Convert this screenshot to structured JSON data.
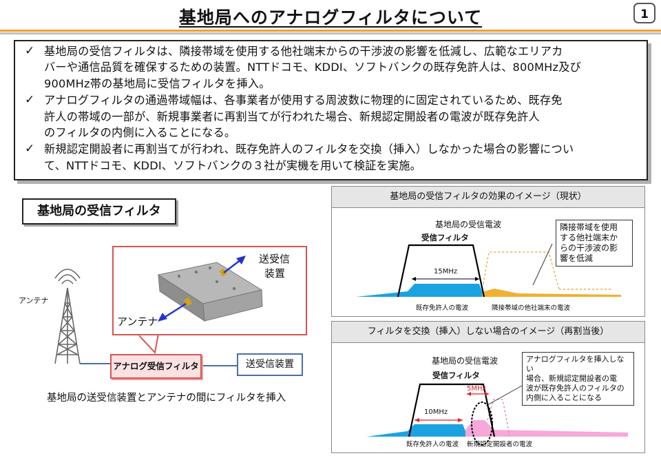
{
  "title": "基地局へのアナログフィルタについて",
  "page_number": "1",
  "bullets": [
    {
      "icon": "check-icon",
      "lines": [
        "基地局の受信フィルタは、隣接帯域を使用する他社端末からの干渉波の影響を低減し、広範なエリアカ",
        "バーや通信品質を確保するための装置。NTTドコモ、KDDI、ソフトバンクの既存免許人は、800MHz及び",
        "900MHz帯の基地局に受信フィルタを挿入。"
      ]
    },
    {
      "icon": "check-icon",
      "lines": [
        "アナログフィルタの通過帯域幅は、各事業者が使用する周波数に物理的に固定されているため、既存免",
        "許人の帯域の一部が、新規事業者に再割当てが行われた場合、新規認定開設者の電波が既存免許人",
        "のフィルタの内側に入ることになる。"
      ]
    },
    {
      "icon": "check-icon",
      "lines": [
        "新規認定開設者に再割当てが行われ、既存免許人のフィルタを交換（挿入）しなかった場合の影響につい",
        "て、NTTドコモ、KDDI、ソフトバンクの３社が実機を用いて検証を実施。"
      ]
    }
  ],
  "left": {
    "section_label": "基地局の受信フィルタ",
    "antenna_label": "アンテナ",
    "callout_trx_line1": "送受信",
    "callout_trx_line2": "装置",
    "callout_antenna": "アンテナ",
    "filter_box": "アナログ受信フィルタ",
    "trx_box": "送受信装置",
    "caption": "基地局の送受信装置とアンテナの間にフィルタを挿入"
  },
  "panel_top": {
    "header": "基地局の受信フィルタの効果のイメージ（現状）",
    "wave_label": "基地局の受信電波",
    "filter_label": "受信フィルタ",
    "bandwidth": "15MHz",
    "note": "隣接帯域を使用する他社端末からの干渉波の影響を低減",
    "note_lines": [
      "隣接帯域を使用",
      "する他社端末か",
      "らの干渉波の影",
      "響を低減"
    ],
    "existing_label": "既存免許人の電波",
    "adjacent_label": "隣接帯域の他社端末の電波",
    "colors": {
      "existing": "#1aa3e0",
      "adjacent": "#f0b030"
    }
  },
  "panel_bottom": {
    "header": "フィルタを交換（挿入）しない場合のイメージ（再割当後）",
    "wave_label": "基地局の受信電波",
    "filter_label": "受信フィルタ",
    "bandwidth_existing": "10MHz",
    "bandwidth_new": "5MHz",
    "note": "アナログフィルタを挿入しない場合、新規認定開設者の電波が既存免許人のフィルタの内側に入ることになる",
    "note_lines": [
      "アナログフィルタを挿入しない",
      "場合、新規認定開設者の電",
      "波が既存免許人のフィルタの",
      "内側に入ることになる"
    ],
    "existing_label": "既存免許人の電波",
    "new_label": "新規認定開設者の電波",
    "colors": {
      "existing": "#1aa3e0",
      "new": "#f7a8d8",
      "arrow": "#e02020"
    }
  }
}
